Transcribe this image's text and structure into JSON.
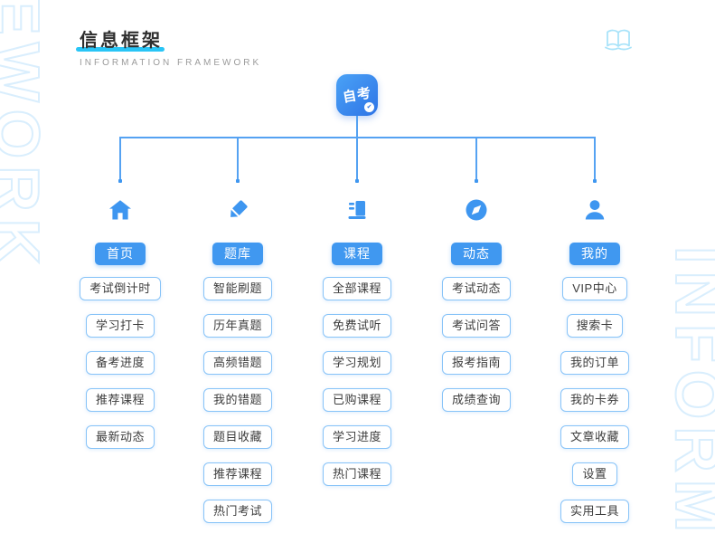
{
  "header": {
    "title": "信息框架",
    "subtitle": "INFORMATION FRAMEWORK"
  },
  "watermarks": {
    "left": "EWORK",
    "right": "INFORM"
  },
  "app_icon": {
    "label": "自考",
    "badge_icon": "pen-check"
  },
  "header_icon": "open-book-icon",
  "colors": {
    "primary_blue": "#4098f0",
    "connector_blue": "#55a2f2",
    "box_border_blue": "#87c3f8",
    "title_underline_cyan": "#29c5f6",
    "watermark_blue": "#d9eefd",
    "app_icon_gradient_start": "#4aa2f6",
    "app_icon_gradient_end": "#2e74e6"
  },
  "columns": [
    {
      "id": "home",
      "icon": "home-icon",
      "label": "首页",
      "items": [
        "考试倒计时",
        "学习打卡",
        "备考进度",
        "推荐课程",
        "最新动态"
      ]
    },
    {
      "id": "question-bank",
      "icon": "pencil-icon",
      "label": "题库",
      "items": [
        "智能刷题",
        "历年真题",
        "高频错题",
        "我的错题",
        "题目收藏",
        "推荐课程",
        "热门考试"
      ]
    },
    {
      "id": "courses",
      "icon": "book-icon",
      "label": "课程",
      "items": [
        "全部课程",
        "免费试听",
        "学习规划",
        "已购课程",
        "学习进度",
        "热门课程"
      ]
    },
    {
      "id": "news",
      "icon": "compass-icon",
      "label": "动态",
      "items": [
        "考试动态",
        "考试问答",
        "报考指南",
        "成绩查询"
      ]
    },
    {
      "id": "mine",
      "icon": "person-icon",
      "label": "我的",
      "items": [
        "VIP中心",
        "搜索卡",
        "我的订单",
        "我的卡券",
        "文章收藏",
        "设置",
        "实用工具"
      ]
    }
  ]
}
